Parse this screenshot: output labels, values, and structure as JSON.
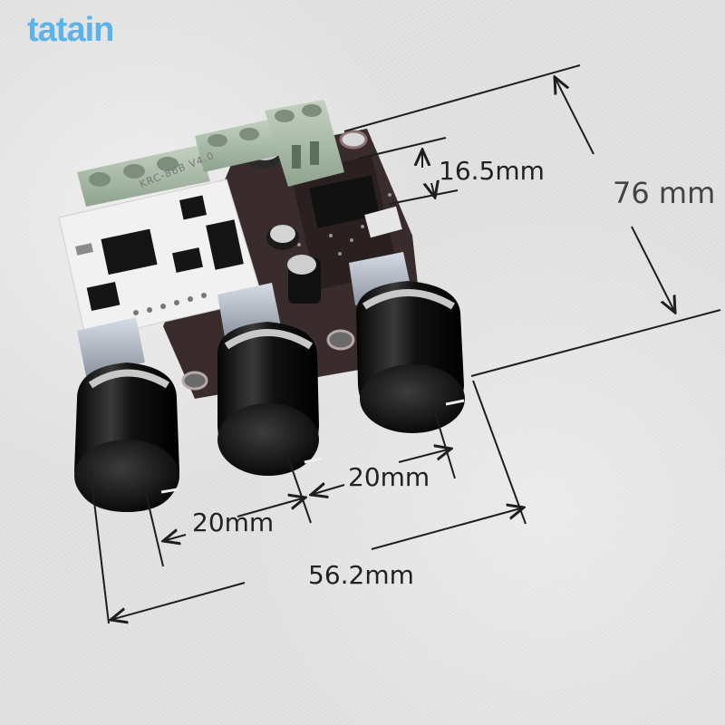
{
  "brand": {
    "logo_text": "tatain",
    "logo_color": "#5bb3ea"
  },
  "product": {
    "board_silkscreen": "KRC-86B V4.0",
    "knob_count": 3
  },
  "dimensions": {
    "height_label": "16.5mm",
    "length_label": "76 mm",
    "knob_spacing_right_label": "20mm",
    "knob_spacing_left_label": "20mm",
    "width_label": "56.2mm"
  },
  "colors": {
    "background": "#e2e2e2",
    "terminal_block": "#a9bba8",
    "main_pcb": "#3a2c2c",
    "daughter_board": "#f0f0f0",
    "knob": "#141414",
    "dimension_line": "#1e1e1e"
  }
}
